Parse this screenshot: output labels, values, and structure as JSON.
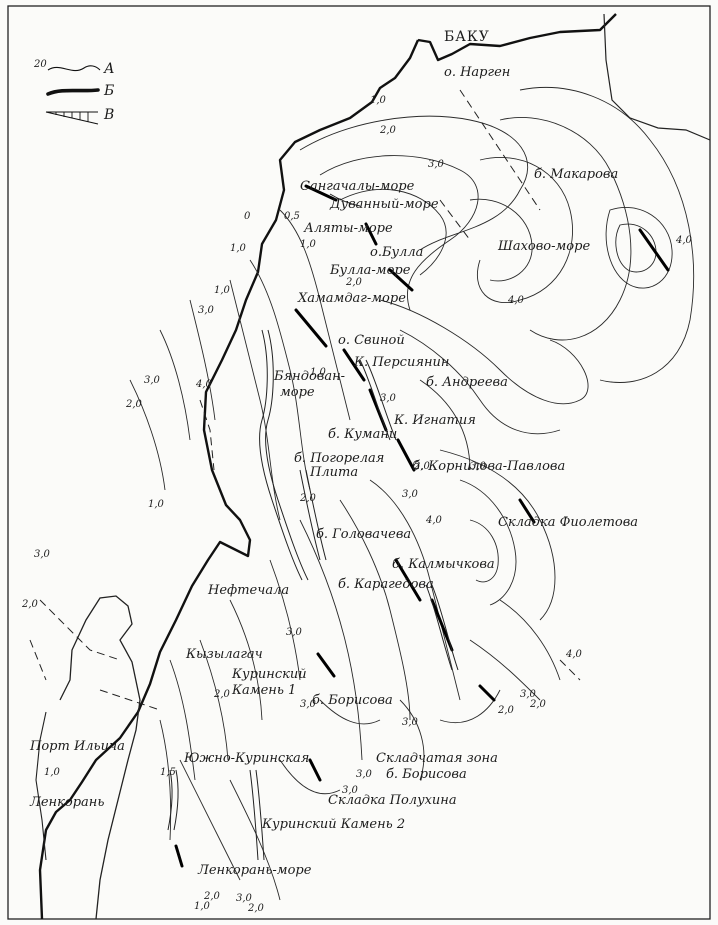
{
  "legend": {
    "contour_value": "20",
    "items": [
      {
        "key": "А"
      },
      {
        "key": "Б"
      },
      {
        "key": "В"
      }
    ]
  },
  "places": {
    "baku": "БАКУ",
    "nargen": "о. Нарген",
    "makarova": "б. Макарова",
    "sangachaly": "Сангачалы-море",
    "duvanny": "Дуванный-море",
    "alyaty": "Аляты-море",
    "bulla_island": "о.Булла",
    "bulla_more": "Булла-море",
    "shakhova": "Шахово-море",
    "khamamdag": "Хамамдаг-море",
    "svinoy": "о. Свиной",
    "persiyanin": "К. Персиянин",
    "andreeva": "б. Андреева",
    "byandovan_1": "Бяндован-",
    "byandovan_2": "море",
    "kumani": "б. Кумани",
    "ignatiya": "К. Игнатия",
    "pogorelaya_1": "б. Погорелая",
    "pogorelaya_2": "Плита",
    "kornilova": "б. Корнилова-Павлова",
    "fioletova": "Складка Фиолетова",
    "golovacheva": "б. Головачева",
    "kalmychkova": "б. Калмычкова",
    "neftechala": "Нефтечала",
    "karagedova": "б. Карагедова",
    "kyzylagach": "Кызылагач",
    "kurinsky1_1": "Куринский",
    "kurinsky1_2": "Камень 1",
    "borisova": "б. Борисова",
    "port_ilicha": "Порт Ильича",
    "yuzhno_kurinskaya": "Южно-Куринская",
    "folded_zone_1": "Складчатая зона",
    "folded_zone_2": "б. Борисова",
    "lenkoran": "Ленкорань",
    "polukhina": "Складка Полухина",
    "kurinsky2": "Куринский Камень 2",
    "lenkoran_more": "Ленкорань-море"
  },
  "contour_labels": [
    "1,0",
    "2,0",
    "3,0",
    "0",
    "0,5",
    "1,0",
    "1,0",
    "2,0",
    "1,0",
    "4,0",
    "3,0",
    "3,0",
    "2,0",
    "4,0",
    "1,0",
    "3,0",
    "2,0",
    "3,0",
    "2,0",
    "1,0",
    "3,0",
    "4,0",
    "3,0",
    "3,0",
    "2,0",
    "2,0",
    "1,5",
    "1,0",
    "2,0",
    "1,0",
    "3,0",
    "3,0",
    "3,0",
    "2,0",
    "2,0",
    "4,0",
    "4,0",
    "3,0",
    "3,0",
    "3,0",
    "2,0"
  ]
}
